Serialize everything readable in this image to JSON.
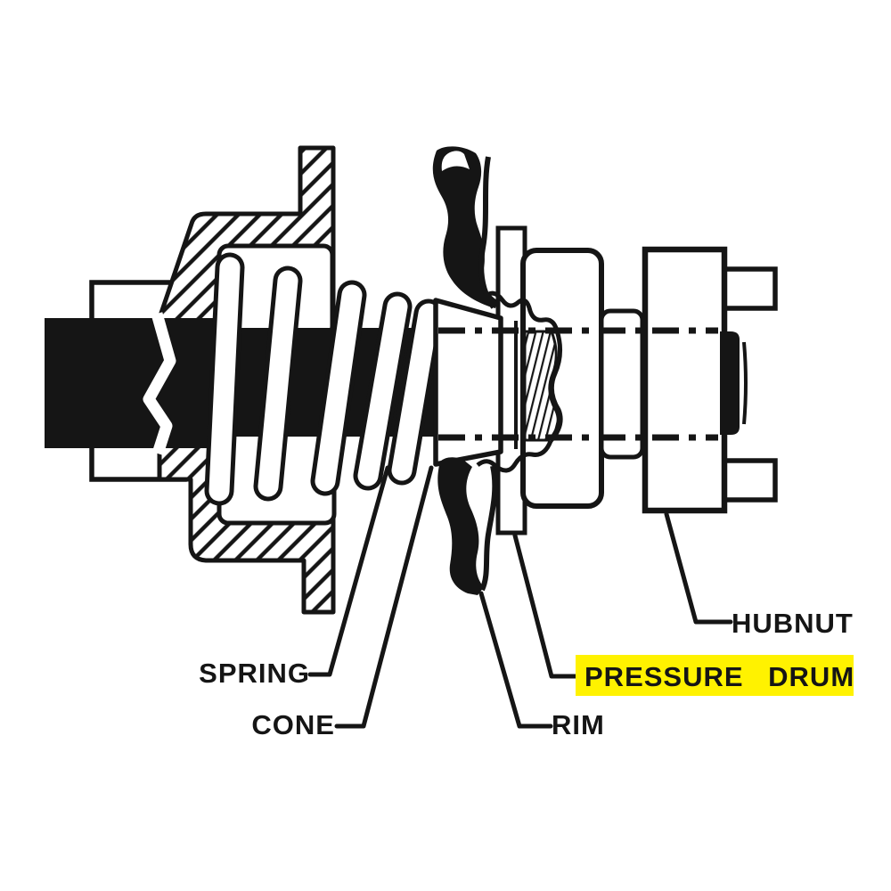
{
  "colors": {
    "ink": "#151515",
    "paper": "#ffffff",
    "highlight": "#fff200"
  },
  "labels": {
    "spring": {
      "text": "SPRING",
      "highlighted": false
    },
    "cone": {
      "text": "CONE",
      "highlighted": false
    },
    "rim": {
      "text": "RIM",
      "highlighted": false
    },
    "pressure_drum": {
      "text": "PRESSURE DRUM",
      "highlighted": true
    },
    "hubnut": {
      "text": "HUBNUT",
      "highlighted": false
    }
  }
}
